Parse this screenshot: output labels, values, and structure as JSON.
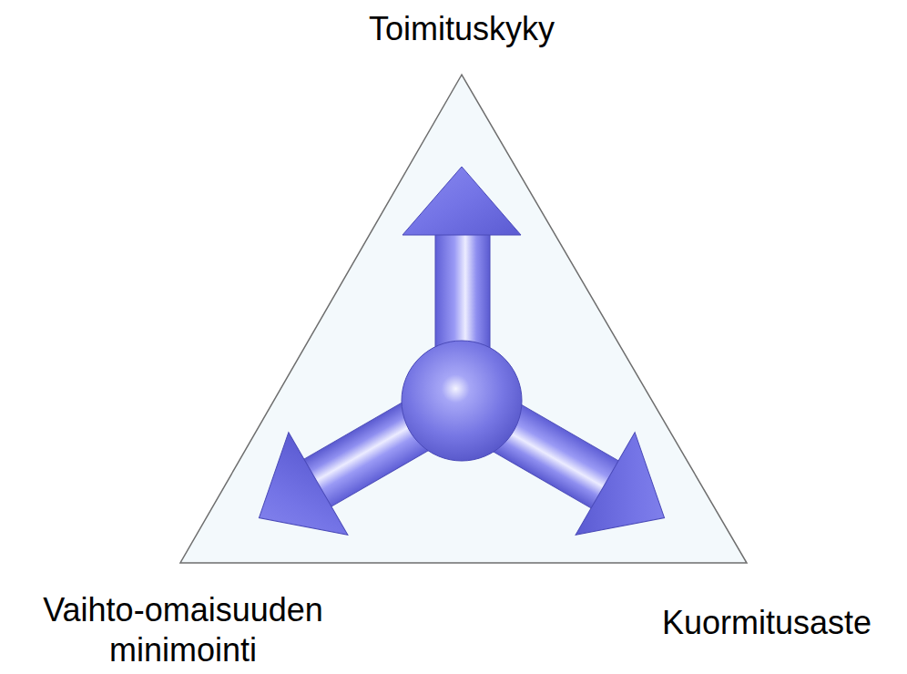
{
  "diagram": {
    "labels": [
      "Toimituskyky",
      "Vaihto-omaisuuden minimointi",
      "Kuormitusaste"
    ]
  }
}
